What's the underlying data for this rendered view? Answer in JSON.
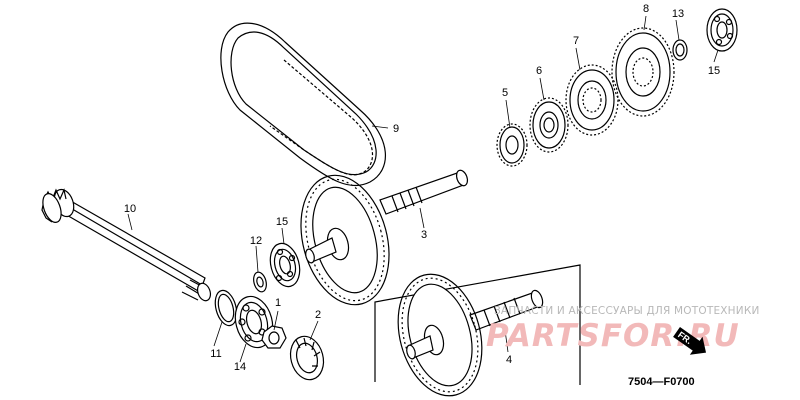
{
  "diagram": {
    "reference_code": "7504—F0700",
    "front_marker": "FR.",
    "callouts": {
      "p1": "1",
      "p2": "2",
      "p3": "3",
      "p4": "4",
      "p5": "5",
      "p6": "6",
      "p7": "7",
      "p8": "8",
      "p9": "9",
      "p10": "10",
      "p11": "11",
      "p12": "12",
      "p13": "13",
      "p14": "14",
      "p15a": "15",
      "p15b": "15"
    }
  },
  "watermark": {
    "caption": "ЗАПЧАСТИ И АКСЕССУАРЫ ДЛЯ МОТОТЕХНИКИ",
    "logo": "PARTSFOR.RU"
  }
}
